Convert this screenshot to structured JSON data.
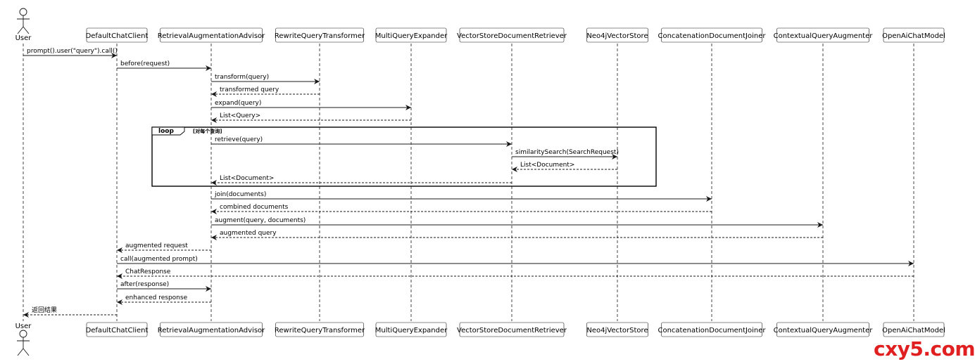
{
  "actor": {
    "name": "User"
  },
  "participants": [
    "DefaultChatClient",
    "RetrievalAugmentationAdvisor",
    "RewriteQueryTransformer",
    "MultiQueryExpander",
    "VectorStoreDocumentRetriever",
    "Neo4jVectorStore",
    "ConcatenationDocumentJoiner",
    "ContextualQueryAugmenter",
    "OpenAiChatModel"
  ],
  "messages": [
    {
      "from": 0,
      "to": 1,
      "text": "prompt().user(\"query\").call()",
      "type": "call"
    },
    {
      "from": 1,
      "to": 2,
      "text": "before(request)",
      "type": "call"
    },
    {
      "from": 2,
      "to": 3,
      "text": "transform(query)",
      "type": "call"
    },
    {
      "from": 3,
      "to": 2,
      "text": "transformed query",
      "type": "return"
    },
    {
      "from": 2,
      "to": 4,
      "text": "expand(query)",
      "type": "call"
    },
    {
      "from": 4,
      "to": 2,
      "text": "List<Query>",
      "type": "return"
    },
    {
      "from": 2,
      "to": 5,
      "text": "retrieve(query)",
      "type": "call"
    },
    {
      "from": 5,
      "to": 6,
      "text": "similaritySearch(SearchRequest)",
      "type": "call"
    },
    {
      "from": 6,
      "to": 5,
      "text": "List<Document>",
      "type": "return"
    },
    {
      "from": 5,
      "to": 2,
      "text": "List<Document>",
      "type": "return"
    },
    {
      "from": 2,
      "to": 7,
      "text": "join(documents)",
      "type": "call"
    },
    {
      "from": 7,
      "to": 2,
      "text": "combined documents",
      "type": "return"
    },
    {
      "from": 2,
      "to": 8,
      "text": "augment(query, documents)",
      "type": "call"
    },
    {
      "from": 8,
      "to": 2,
      "text": "augmented query",
      "type": "return"
    },
    {
      "from": 2,
      "to": 1,
      "text": "augmented request",
      "type": "return"
    },
    {
      "from": 1,
      "to": 9,
      "text": "call(augmented prompt)",
      "type": "call"
    },
    {
      "from": 9,
      "to": 1,
      "text": "ChatResponse",
      "type": "return"
    },
    {
      "from": 1,
      "to": 2,
      "text": "after(response)",
      "type": "call"
    },
    {
      "from": 2,
      "to": 1,
      "text": "enhanced response",
      "type": "return"
    },
    {
      "from": 1,
      "to": 0,
      "text": "返回结果",
      "type": "return"
    }
  ],
  "loop": {
    "label": "loop",
    "guard": "[对每个查询]"
  },
  "watermark": "cxy5.com"
}
